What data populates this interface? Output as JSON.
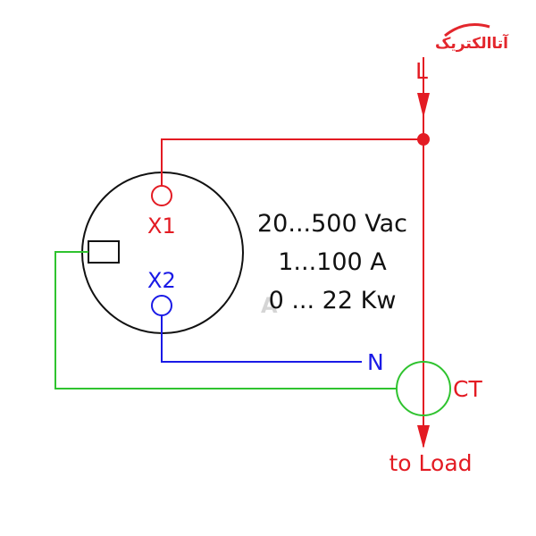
{
  "logo": {
    "text": "آتاالکتریک",
    "color": "#e3262c"
  },
  "watermark": {
    "text": "A"
  },
  "colors": {
    "line": "#e31b23",
    "neutral": "#1a1ae6",
    "ct": "#2fc32f",
    "meter": "#111111"
  },
  "labels": {
    "line_in": "L",
    "terminal_x1": "X1",
    "terminal_x2": "X2",
    "neutral": "N",
    "ct": "CT",
    "load": "to Load"
  },
  "specs": {
    "voltage": "20...500 Vac",
    "current": "1...100 A",
    "power": "0 ... 22 Kw"
  }
}
